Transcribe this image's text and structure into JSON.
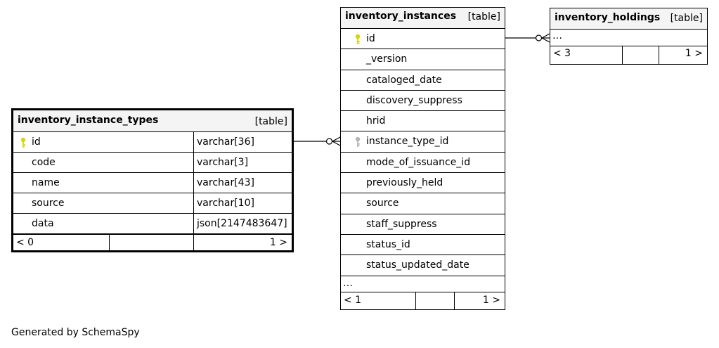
{
  "tables": {
    "instance_types": {
      "name": "inventory_instance_types",
      "kind": "[table]",
      "columns": [
        {
          "name": "id",
          "type": "varchar[36]",
          "key": "primary"
        },
        {
          "name": "code",
          "type": "varchar[3]"
        },
        {
          "name": "name",
          "type": "varchar[43]"
        },
        {
          "name": "source",
          "type": "varchar[10]"
        },
        {
          "name": "data",
          "type": "json[2147483647]"
        }
      ],
      "footer": {
        "left": "< 0",
        "right": "1 >"
      }
    },
    "instances": {
      "name": "inventory_instances",
      "kind": "[table]",
      "columns": [
        {
          "name": "id",
          "key": "primary"
        },
        {
          "name": "_version"
        },
        {
          "name": "cataloged_date"
        },
        {
          "name": "discovery_suppress"
        },
        {
          "name": "hrid"
        },
        {
          "name": "instance_type_id",
          "key": "foreign"
        },
        {
          "name": "mode_of_issuance_id"
        },
        {
          "name": "previously_held"
        },
        {
          "name": "source"
        },
        {
          "name": "staff_suppress"
        },
        {
          "name": "status_id"
        },
        {
          "name": "status_updated_date"
        }
      ],
      "ellipsis": "…",
      "footer": {
        "left": "< 1",
        "right": "1 >"
      }
    },
    "holdings": {
      "name": "inventory_holdings",
      "kind": "[table]",
      "ellipsis": "…",
      "footer": {
        "left": "< 3",
        "right": "1 >"
      }
    }
  },
  "colors": {
    "primary_key": "#d6d60a",
    "foreign_key": "#b5b5b5",
    "header_bg": "#f4f4f4"
  },
  "icons": {
    "primary_key": "key-icon",
    "foreign_key": "foreign-key-icon"
  },
  "generated_by": "Generated by SchemaSpy"
}
